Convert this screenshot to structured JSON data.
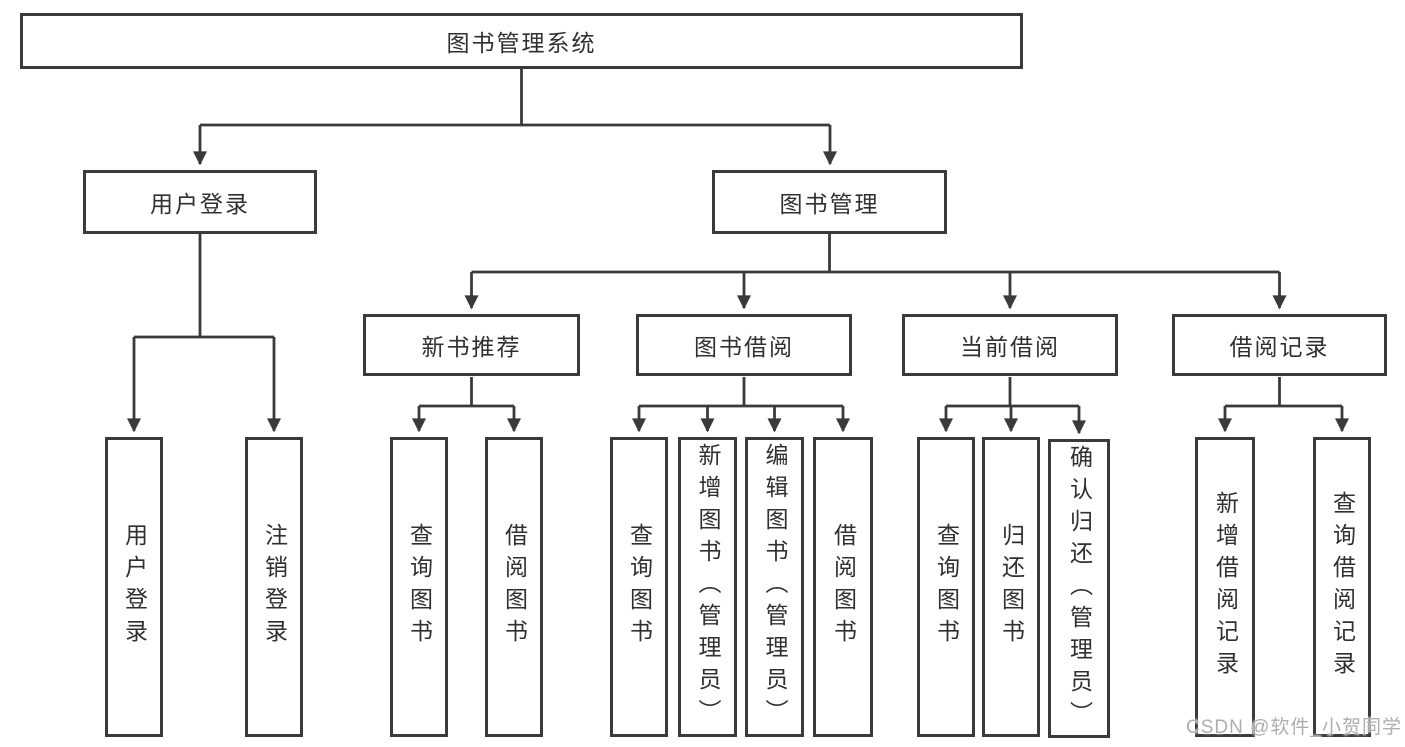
{
  "diagram": {
    "kind": "hierarchy-tree",
    "colors": {
      "line": "#3a3a3a",
      "box_border": "#3a3a3a",
      "text": "#303030",
      "background": "#ffffff",
      "watermark": "#aeaeae"
    },
    "tree": {
      "root": {
        "label": "图书管理系统"
      },
      "branches": [
        {
          "label": "用户登录",
          "children": [
            {
              "label": "用户登录"
            },
            {
              "label": "注销登录"
            }
          ]
        },
        {
          "label": "图书管理",
          "children": [
            {
              "label": "新书推荐",
              "children": [
                {
                  "label": "查询图书"
                },
                {
                  "label": "借阅图书"
                }
              ]
            },
            {
              "label": "图书借阅",
              "children": [
                {
                  "label": "查询图书"
                },
                {
                  "label": "新增图书（管理员）"
                },
                {
                  "label": "编辑图书（管理员）"
                },
                {
                  "label": "借阅图书"
                }
              ]
            },
            {
              "label": "当前借阅",
              "children": [
                {
                  "label": "查询图书"
                },
                {
                  "label": "归还图书"
                },
                {
                  "label": "确认归还（管理员）"
                }
              ]
            },
            {
              "label": "借阅记录",
              "children": [
                {
                  "label": "新增借阅记录"
                },
                {
                  "label": "查询借阅记录"
                }
              ]
            }
          ]
        }
      ]
    },
    "watermark": {
      "text": "CSDN @软件_小贺同学"
    }
  }
}
